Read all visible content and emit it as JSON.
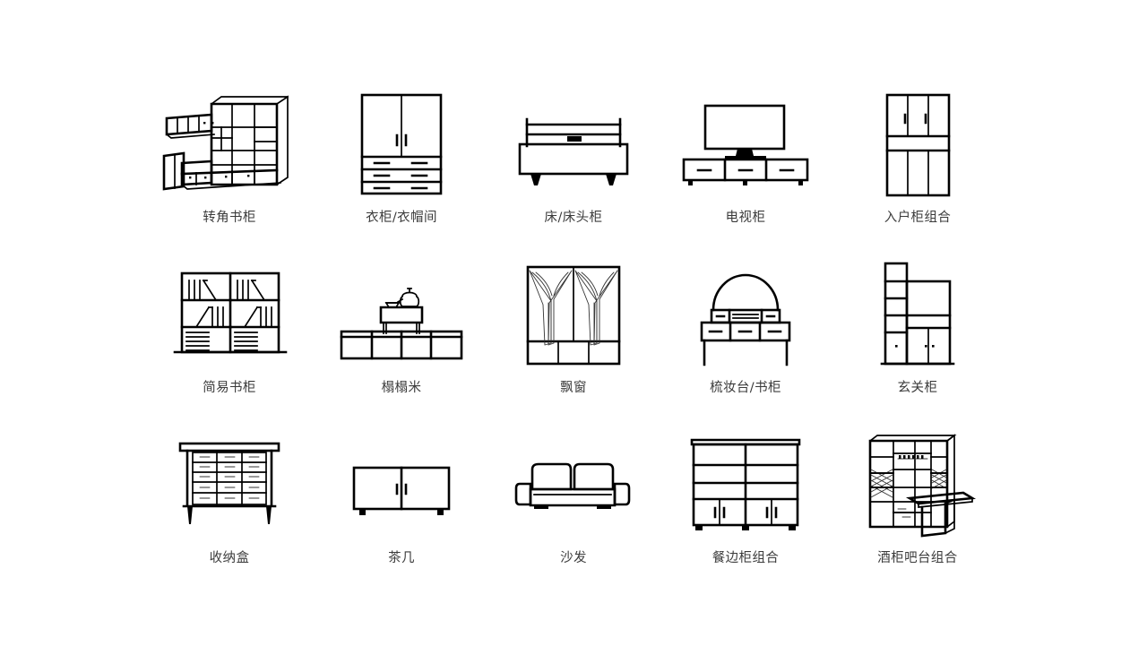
{
  "page": {
    "background_color": "#ffffff",
    "line_color": "#000000",
    "caption_color": "#3b3b3b",
    "columns": 5,
    "rows": 3
  },
  "items": [
    {
      "label": "转角书柜",
      "icon": "corner-bookcase-icon"
    },
    {
      "label": "衣柜/衣帽间",
      "icon": "wardrobe-icon"
    },
    {
      "label": "床/床头柜",
      "icon": "bed-nightstand-icon"
    },
    {
      "label": "电视柜",
      "icon": "tv-cabinet-icon"
    },
    {
      "label": "入户柜组合",
      "icon": "entry-cabinet-icon"
    },
    {
      "label": "简易书柜",
      "icon": "simple-bookcase-icon"
    },
    {
      "label": "榻榻米",
      "icon": "tatami-icon"
    },
    {
      "label": "飘窗",
      "icon": "bay-window-icon"
    },
    {
      "label": "梳妆台/书柜",
      "icon": "dressing-table-icon"
    },
    {
      "label": "玄关柜",
      "icon": "entryway-cabinet-icon"
    },
    {
      "label": "收纳盒",
      "icon": "storage-box-icon"
    },
    {
      "label": "茶几",
      "icon": "coffee-table-icon"
    },
    {
      "label": "沙发",
      "icon": "sofa-icon"
    },
    {
      "label": "餐边柜组合",
      "icon": "sideboard-icon"
    },
    {
      "label": "酒柜吧台组合",
      "icon": "wine-bar-cabinet-icon"
    }
  ]
}
